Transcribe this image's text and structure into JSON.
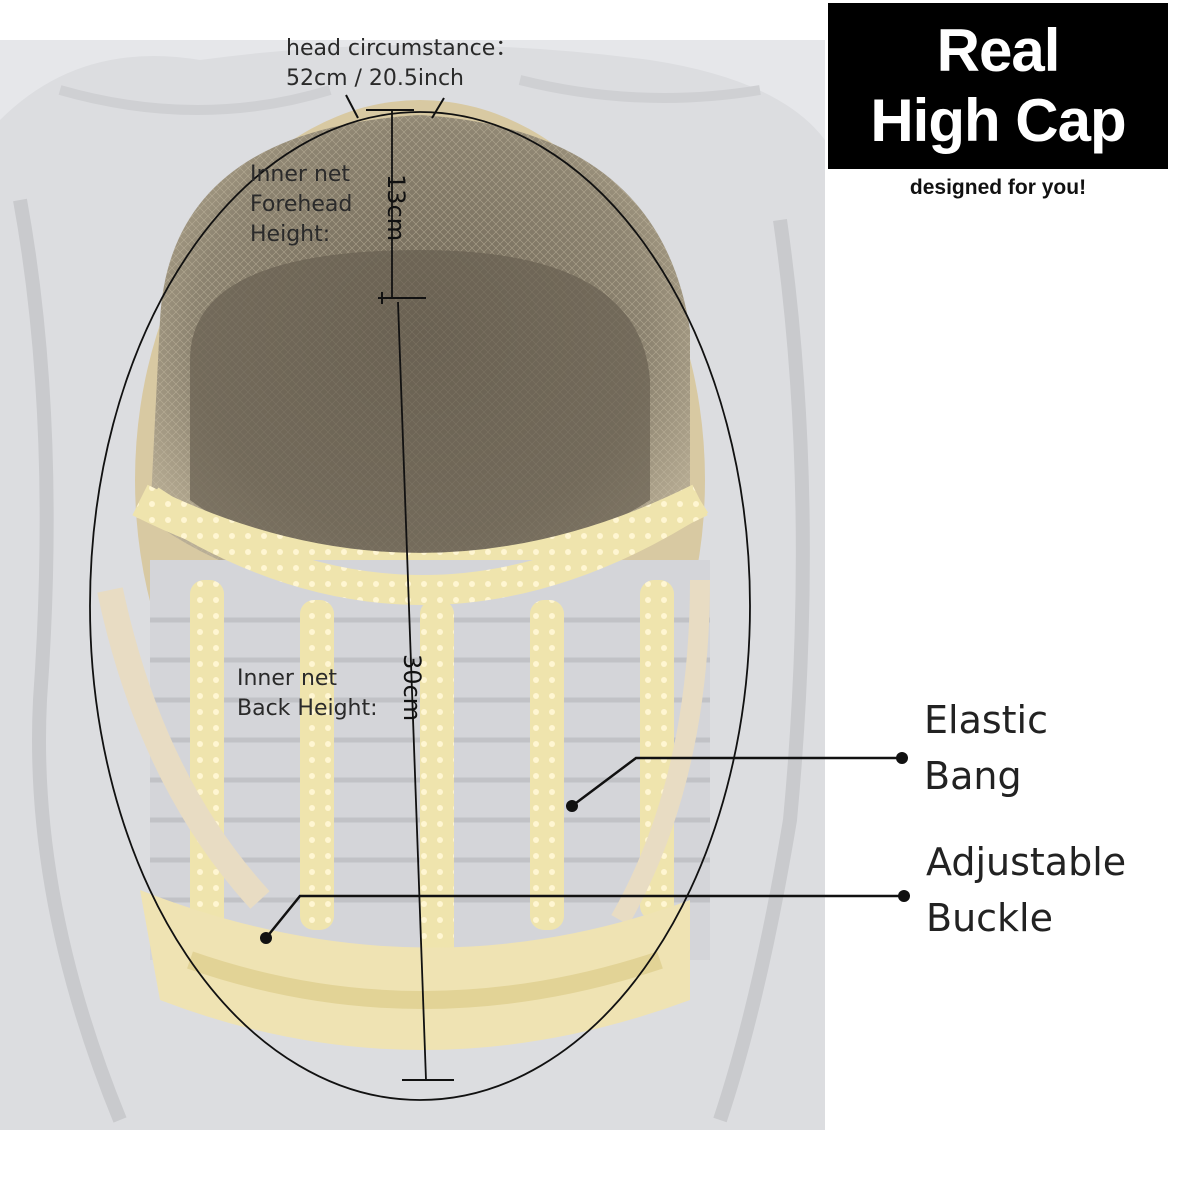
{
  "badge": {
    "line1": "Real",
    "line2": "High Cap",
    "tagline": "designed for you!"
  },
  "measurements": {
    "head_circumference_label": "head circumstance：",
    "head_circumference_value": "52cm / 20.5inch",
    "forehead_label": [
      "Inner net",
      "Forehead",
      "Height:"
    ],
    "forehead_value": "13cm",
    "back_label": [
      "Inner net",
      "Back Height:"
    ],
    "back_value": "30cm"
  },
  "callouts": {
    "elastic": [
      "Elastic",
      "Bang"
    ],
    "buckle": [
      "Adjustable",
      "Buckle"
    ]
  },
  "colors": {
    "hair": "#d9dadd",
    "cap_net": "#a69c88",
    "lace_band": "#f1e6b0",
    "badge_bg": "#000000"
  }
}
